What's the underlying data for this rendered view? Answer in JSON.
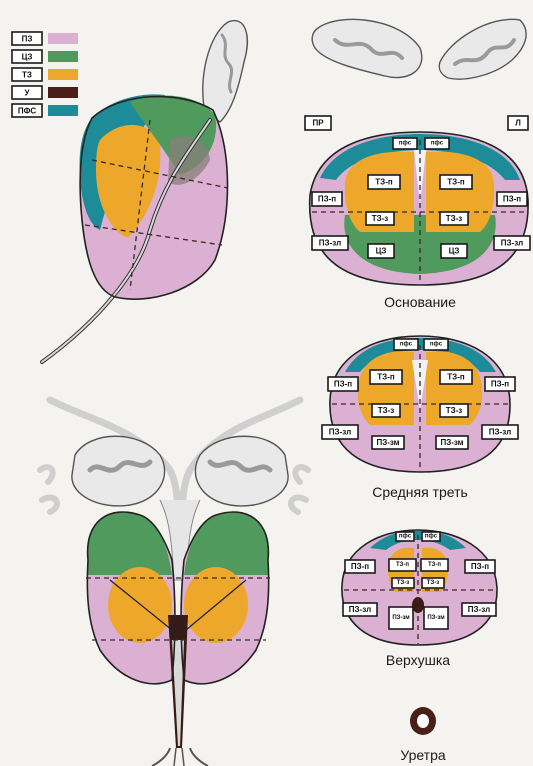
{
  "colors": {
    "pz": "#dcb0d2",
    "cz": "#4f9a5c",
    "tz": "#eda82c",
    "u": "#4a1f18",
    "afs": "#1e8c98",
    "background": "#f4f3f0"
  },
  "legend": [
    {
      "abbr": "ПЗ",
      "color_key": "pz"
    },
    {
      "abbr": "ЦЗ",
      "color_key": "cz"
    },
    {
      "abbr": "ТЗ",
      "color_key": "tz"
    },
    {
      "abbr": "У",
      "color_key": "u"
    },
    {
      "abbr": "ПФС",
      "color_key": "afs"
    }
  ],
  "orientation": {
    "right": "ПР",
    "left": "Л"
  },
  "base": {
    "caption": "Основание",
    "labels": {
      "afs_left": "пфс",
      "afs_right": "пфс",
      "tz_p_left": "ТЗ-п",
      "tz_p_right": "ТЗ-п",
      "tz_a_left": "ТЗ-з",
      "tz_a_right": "ТЗ-з",
      "pz_p_left": "ПЗ-п",
      "pz_p_right": "ПЗ-п",
      "pz_pl_left": "ПЗ-зл",
      "pz_pl_right": "ПЗ-зл",
      "cz_left": "ЦЗ",
      "cz_right": "ЦЗ"
    }
  },
  "mid": {
    "caption": "Средняя треть",
    "labels": {
      "afs_left": "пфс",
      "afs_right": "пфс",
      "tz_p_left": "ТЗ-п",
      "tz_p_right": "ТЗ-п",
      "tz_a_left": "ТЗ-з",
      "tz_a_right": "ТЗ-з",
      "pz_p_left": "ПЗ-п",
      "pz_p_right": "ПЗ-п",
      "pz_pl_left": "ПЗ-зл",
      "pz_pl_right": "ПЗ-зл",
      "pz_pm_left": "ПЗ-зм",
      "pz_pm_right": "ПЗ-зм"
    }
  },
  "apex": {
    "caption": "Верхушка",
    "labels": {
      "afs_left": "пфс",
      "afs_right": "пфс",
      "tz_p_left": "ТЗ-п",
      "tz_p_right": "ТЗ-п",
      "tz_a_left": "ТЗ-з",
      "tz_a_right": "ТЗ-з",
      "pz_p_left": "ПЗ-п",
      "pz_p_right": "ПЗ-п",
      "pz_pl_left": "ПЗ-зл",
      "pz_pl_right": "ПЗ-зл",
      "pz_pm_left": "ПЗ-зм",
      "pz_pm_right": "ПЗ-зм"
    }
  },
  "urethra": {
    "caption": "Уретра"
  }
}
